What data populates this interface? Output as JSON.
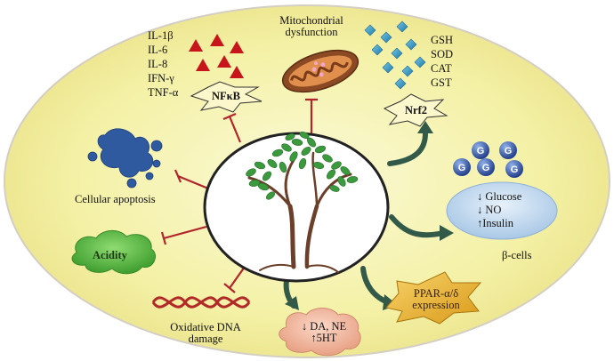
{
  "colors": {
    "ellipse_fill": "#f4f1a6",
    "ellipse_edge": "#d8d3c8",
    "inhibit_line": "#b1242a",
    "activate_arrow": "#335a48",
    "triangles": "#c8141b",
    "diamonds": "#2f8fb8",
    "g_circles": "#2f4fa3",
    "apoptosis_blob": "#2f5aa0",
    "acidity_cloud": "#5ebd46",
    "dna": "#b02a27",
    "beta_cells_fill": "#c9def0",
    "ppar_star": "#e8b22c",
    "da_cloud": "#f0b9a2",
    "mito_outer": "#8b4a23",
    "star_fill": "#fdf7cc"
  },
  "icons": [
    "tree-icon",
    "mitochondria-icon",
    "dna-icon",
    "apoptosis-blob-icon",
    "triangle-icon",
    "diamond-icon",
    "glucose-circle-icon"
  ],
  "labels": {
    "cytokines": [
      "IL-1β",
      "IL-6",
      "IL-8",
      "IFN-γ",
      "TNF-α"
    ],
    "nfkb": "NFκB",
    "mito": [
      "Mitochondrial",
      "dysfunction"
    ],
    "antioxidants": [
      "GSH",
      "SOD",
      "CAT",
      "GST"
    ],
    "nrf2": "Nrf2",
    "apoptosis": "Cellular apoptosis",
    "acidity": "Acidity",
    "dna": [
      "Oxidative DNA",
      "damage"
    ],
    "da": [
      "↓ DA, NE",
      "↑5HT"
    ],
    "ppar": [
      "PPAR-α/δ",
      "expression"
    ],
    "beta_effects": [
      "↓ Glucose",
      "↓ NO",
      "↑Insulin"
    ],
    "beta_cells": "β-cells",
    "glucose_letter": "G"
  }
}
